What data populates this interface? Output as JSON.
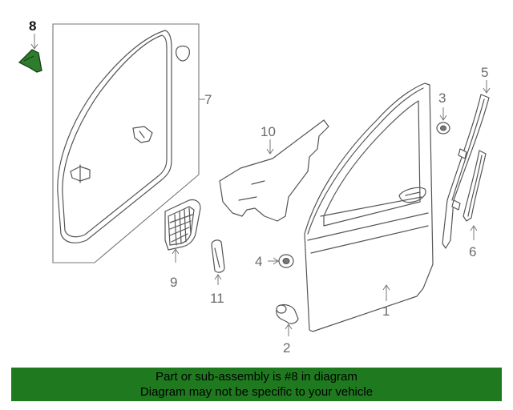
{
  "highlight_color": "#2e7d2e",
  "banner_color": "#1f7a1f",
  "callouts": {
    "c1": "1",
    "c2": "2",
    "c3": "3",
    "c4": "4",
    "c5": "5",
    "c6": "6",
    "c7": "7",
    "c8": "8",
    "c9": "9",
    "c10": "10",
    "c11": "11"
  },
  "banner": {
    "line1": "Part or sub-assembly is #8 in diagram",
    "line2": "Diagram may not be specific to your vehicle"
  }
}
